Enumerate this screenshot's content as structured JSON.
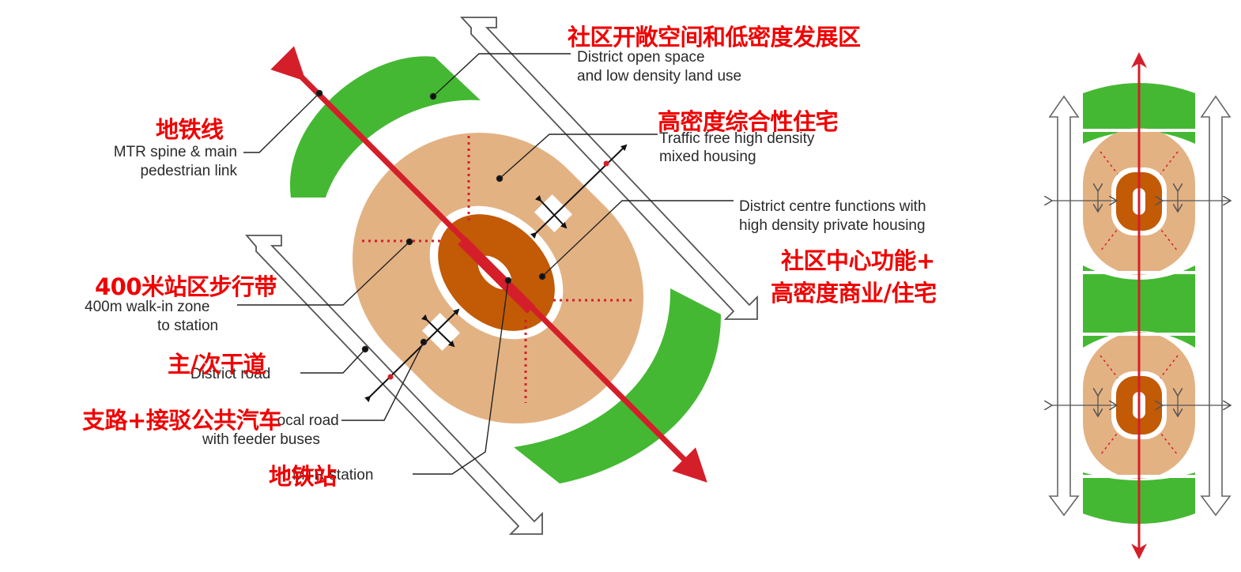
{
  "labels": {
    "open_space": {
      "zh": "社区开敞空间和低密度发展区",
      "en1": "District open space",
      "en2": "and low density land use"
    },
    "high_density_housing": {
      "zh": "高密度综合性住宅",
      "en1": "Traffic free high density",
      "en2": "mixed housing"
    },
    "district_centre": {
      "en1": "District centre functions with",
      "en2": "high density private housing",
      "zh1": "社区中心功能+",
      "zh2": "高密度商业/住宅"
    },
    "mtr_spine": {
      "zh": "地铁线",
      "en1": "MTR spine & main",
      "en2": "pedestrian link"
    },
    "walk_in_zone": {
      "zh": "400米站区步行带",
      "en1": "400m walk-in zone",
      "en2": "to station"
    },
    "district_road": {
      "zh": "主/次干道",
      "en": "District road"
    },
    "local_road": {
      "zh": "支路+接驳公共汽车",
      "en1": "Local road",
      "en2": "with feeder buses"
    },
    "mtr_station": {
      "zh": "地铁站",
      "en": "MTR station"
    }
  },
  "colors": {
    "green": "#45b833",
    "tan": "#e3b283",
    "brown": "#c25a06",
    "red_line": "#d41f2a",
    "label_red": "#f00000"
  }
}
